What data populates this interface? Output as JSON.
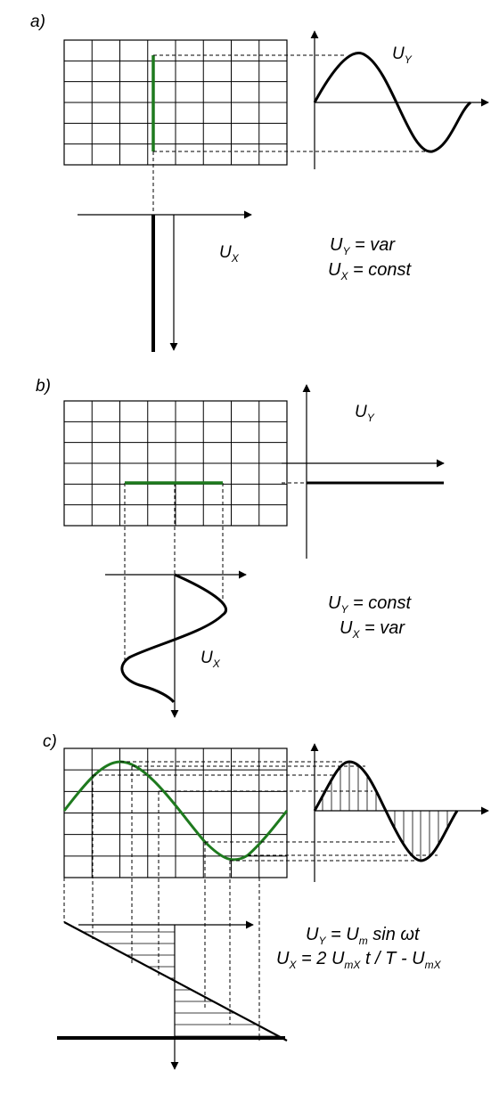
{
  "panels": {
    "a": {
      "label": "a)",
      "y_label": "U",
      "y_label_sub": "Y",
      "x_label": "U",
      "x_label_sub": "X",
      "eq1": {
        "lhs": "U",
        "lhs_sub": "Y",
        "rhs": " = var"
      },
      "eq2": {
        "lhs": "U",
        "lhs_sub": "X",
        "rhs": " = const"
      }
    },
    "b": {
      "label": "b)",
      "y_label": "U",
      "y_label_sub": "Y",
      "x_label": "U",
      "x_label_sub": "X",
      "eq1": {
        "lhs": "U",
        "lhs_sub": "Y",
        "rhs": " = const"
      },
      "eq2": {
        "lhs": "U",
        "lhs_sub": "X",
        "rhs": " = var"
      }
    },
    "c": {
      "label": "c)",
      "eq1": {
        "p1": "U",
        "s1": "Y",
        "p2": " = U",
        "s2": "m",
        "p3": " sin ωt"
      },
      "eq2": {
        "p1": "U",
        "s1": "X",
        "p2": " = 2 U",
        "s2": "mX",
        "p3": " t / T - U",
        "s3": "mX"
      }
    }
  },
  "colors": {
    "trace": "#1e7a1e",
    "line": "#000000",
    "grid": "#000000"
  }
}
